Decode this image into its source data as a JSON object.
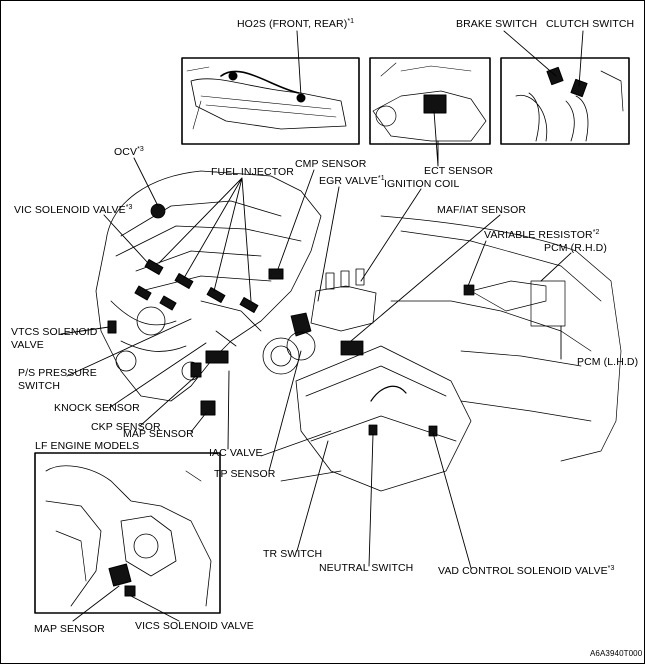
{
  "labels": {
    "ho2s": "HO2S (FRONT, REAR)",
    "ho2s_sup": "*1",
    "brake_switch": "BRAKE SWITCH",
    "clutch_switch": "CLUTCH SWITCH",
    "ocv": "OCV",
    "ocv_sup": "*3",
    "fuel_injector": "FUEL INJECTOR",
    "cmp_sensor": "CMP SENSOR",
    "egr_valve": "EGR VALVE",
    "egr_sup": "*1",
    "ignition_coil": "IGNITION COIL",
    "ect_sensor": "ECT SENSOR",
    "vic_solenoid_valve": "VIC SOLENOID VALVE",
    "vic_sup": "*3",
    "maf_iat_sensor": "MAF/IAT SENSOR",
    "variable_resistor": "VARIABLE RESISTOR",
    "variable_resistor_sup": "*2",
    "pcm_rhd": "PCM (R.H.D)",
    "vtcs_line1": "VTCS SOLENOID",
    "vtcs_line2": "VALVE",
    "ps_line1": "P/S PRESSURE",
    "ps_line2": "SWITCH",
    "pcm_lhd": "PCM (L.H.D)",
    "knock_sensor": "KNOCK SENSOR",
    "ckp_sensor": "CKP SENSOR",
    "map_sensor": "MAP SENSOR",
    "lf_engine_models": "LF ENGINE MODELS",
    "iac_valve": "IAC VALVE",
    "tp_sensor": "TP SENSOR",
    "tr_switch": "TR SWITCH",
    "neutral_switch": "NEUTRAL SWITCH",
    "vad_control": "VAD CONTROL SOLENOID VALVE",
    "vad_sup": "*3",
    "inset_map_sensor": "MAP SENSOR",
    "vics_solenoid_valve": "VICS SOLENOID VALVE",
    "figure_code": "A6A3940T000"
  }
}
